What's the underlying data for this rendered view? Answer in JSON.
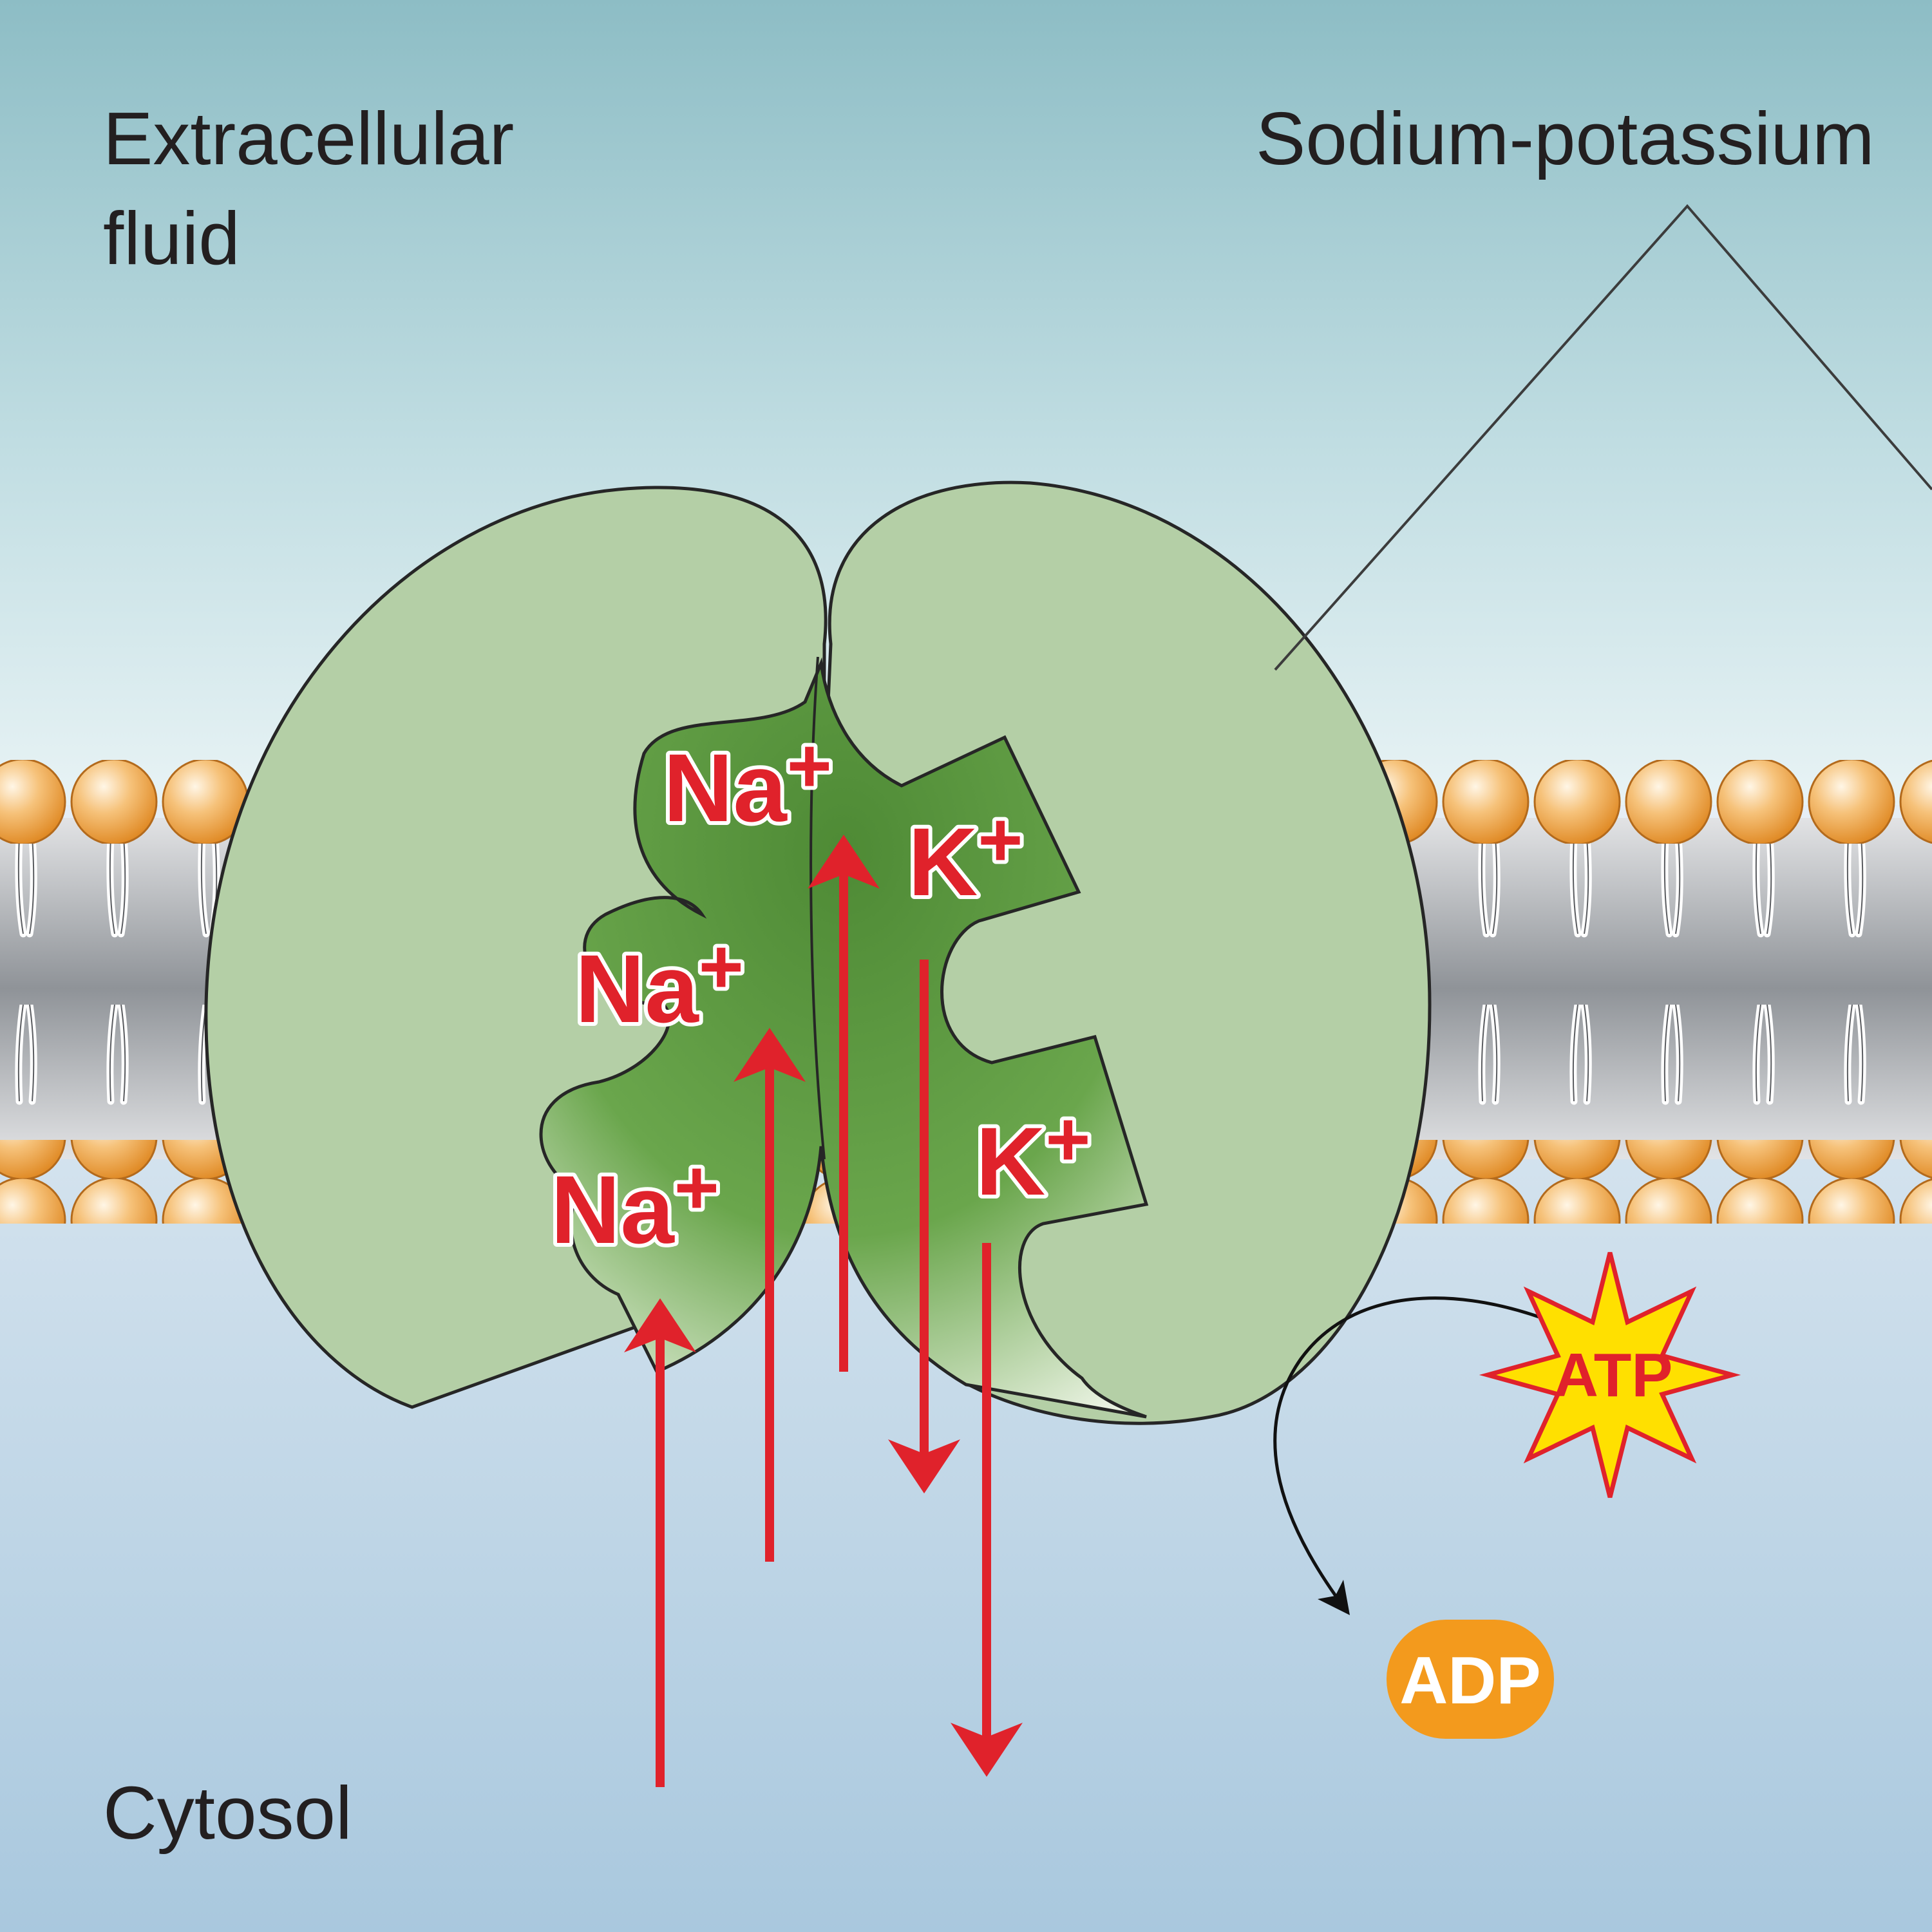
{
  "labels": {
    "extracellular_line1": "Extracellular",
    "extracellular_line2": "fluid",
    "cytosol": "Cytosol",
    "pump": "Sodium-potassium"
  },
  "ions": {
    "na_symbol": "Na",
    "k_symbol": "K",
    "charge": "+"
  },
  "energy": {
    "atp": "ATP",
    "adp": "ADP"
  },
  "colors": {
    "extracellular_top": "#8dbdc5",
    "extracellular_mid": "#e6f1f3",
    "cytosol_top": "#e6eef5",
    "cytosol_bottom": "#aac9df",
    "lipid_head": "#f2a74a",
    "protein_light": "#b4cfa6",
    "protein_dark": "#5c973f",
    "ion_arrow": "#e0222b",
    "atp_fill": "#ffe000",
    "adp_fill": "#f39a1d"
  }
}
